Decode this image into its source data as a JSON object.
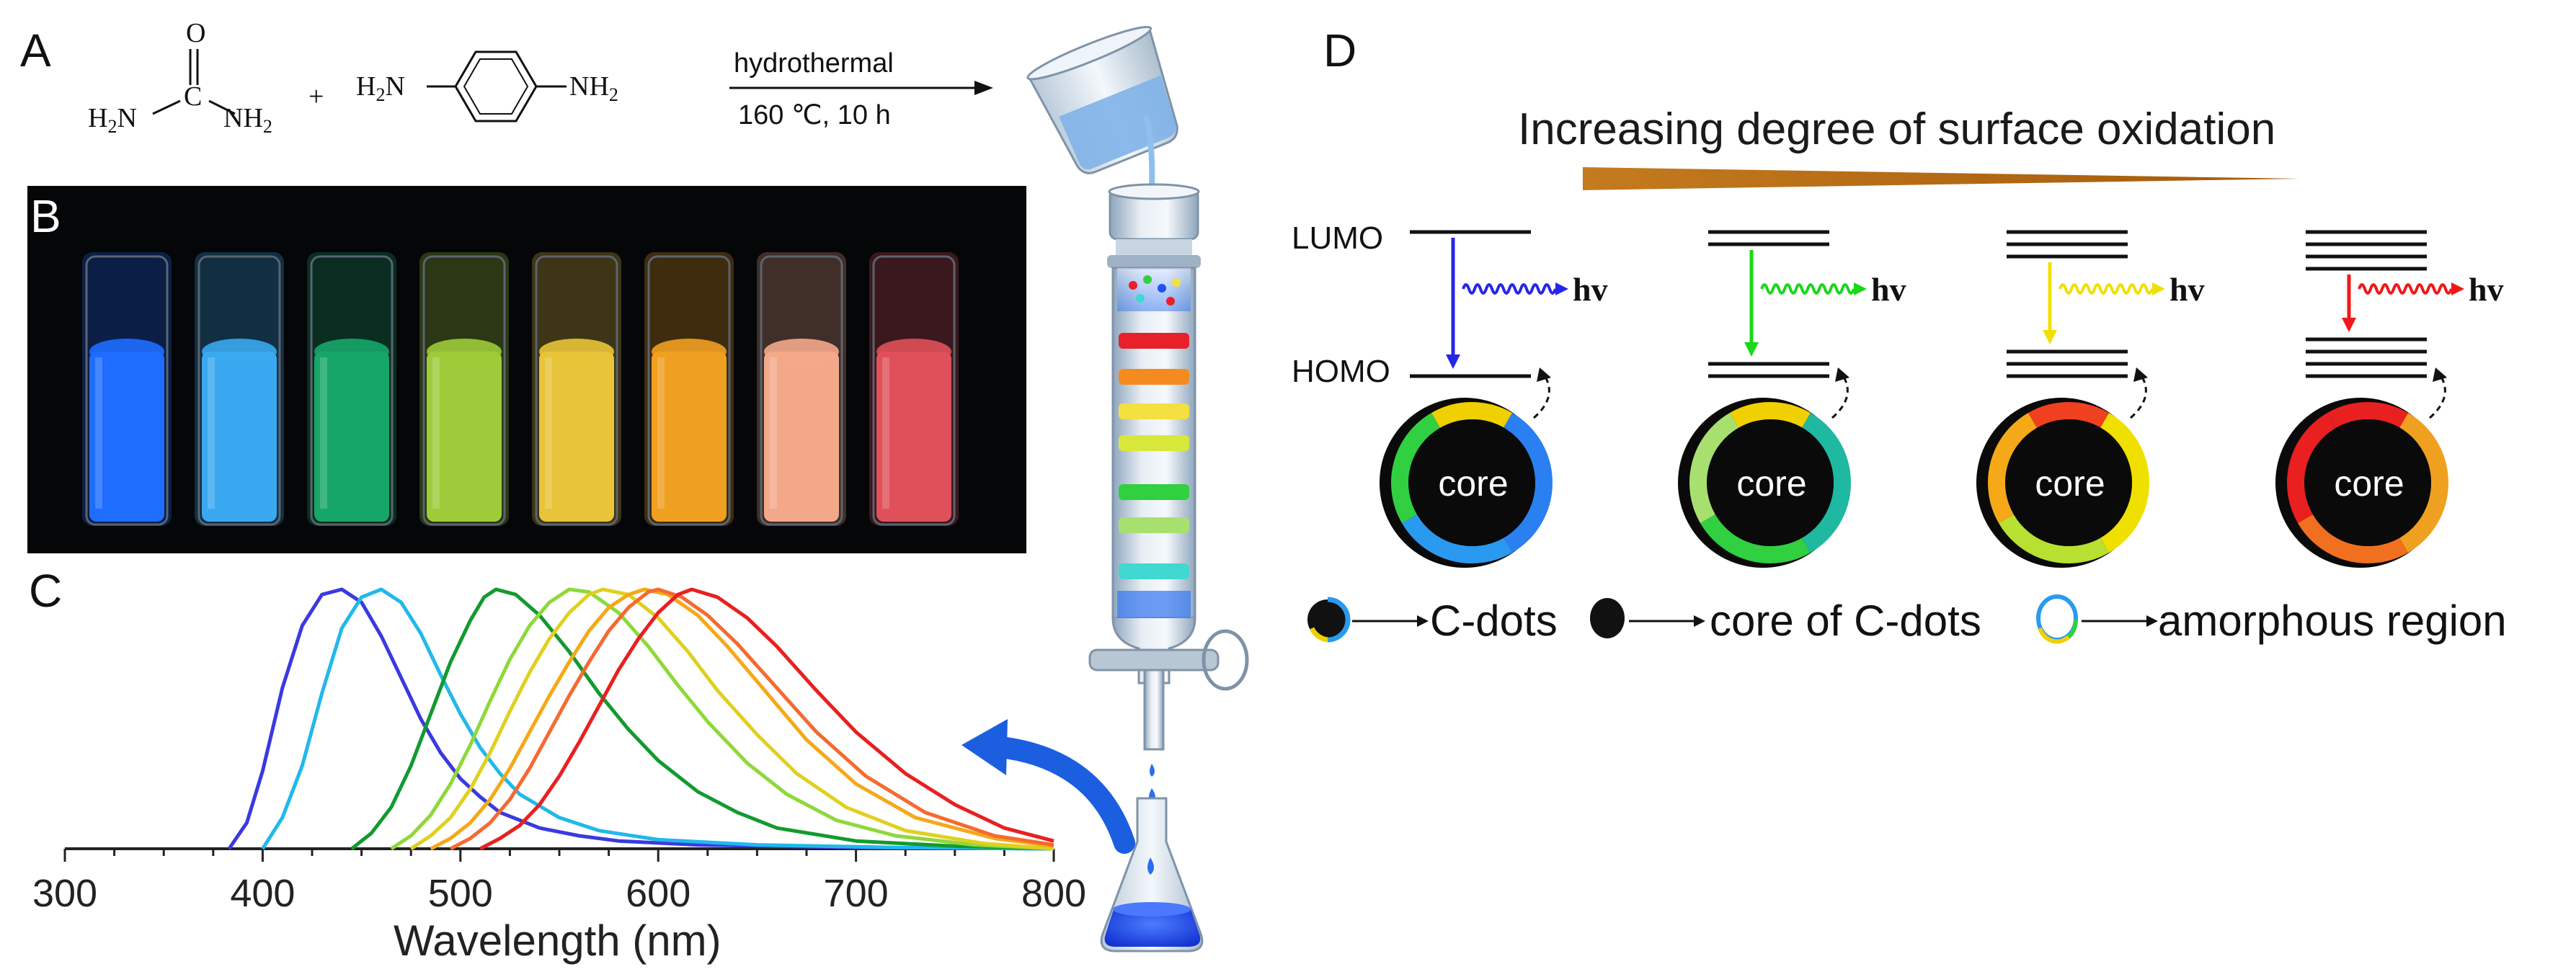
{
  "panels": {
    "a": "A",
    "b": "B",
    "c": "C",
    "d": "D"
  },
  "scheme": {
    "reactant1_left": "H",
    "reactant1_left_sub": "2",
    "reactant1_left_n": "N",
    "reactant1_o": "O",
    "reactant1_c": "C",
    "reactant1_right": "NH",
    "reactant1_right_sub": "2",
    "plus": "+",
    "reactant2_left": "H",
    "reactant2_left_sub": "2",
    "reactant2_left_n": "N",
    "reactant2_right": "NH",
    "reactant2_right_sub": "2",
    "condition_top": "hydrothermal",
    "condition_bottom": "160 ℃, 10 h"
  },
  "colors": {
    "vials": [
      "#1e6dff",
      "#3aa8f0",
      "#17a66a",
      "#9ecb3a",
      "#e8c43a",
      "#f0a020",
      "#f4a88a",
      "#e0505a"
    ],
    "column_bands": [
      "#e8202a",
      "#f58a1e",
      "#f4e040",
      "#d8e83a",
      "#30d040",
      "#a8e070",
      "#40d8d0"
    ],
    "arrow_bronze": "#b86a10",
    "curve_arrow": "#1c5ee0"
  },
  "chart_data": {
    "type": "line",
    "title": "",
    "xlabel": "Wavelength (nm)",
    "ylabel": "",
    "xlim": [
      300,
      800
    ],
    "xticks": [
      300,
      400,
      500,
      600,
      700,
      800
    ],
    "grid": false,
    "series": [
      {
        "color": "#3a3ae0",
        "peak": 440,
        "start": 383,
        "values": [
          [
            383,
            0.0
          ],
          [
            392,
            0.1
          ],
          [
            400,
            0.3
          ],
          [
            410,
            0.62
          ],
          [
            420,
            0.86
          ],
          [
            430,
            0.98
          ],
          [
            440,
            1.0
          ],
          [
            450,
            0.95
          ],
          [
            460,
            0.82
          ],
          [
            470,
            0.66
          ],
          [
            480,
            0.5
          ],
          [
            490,
            0.37
          ],
          [
            500,
            0.27
          ],
          [
            510,
            0.2
          ],
          [
            520,
            0.14
          ],
          [
            540,
            0.08
          ],
          [
            560,
            0.05
          ],
          [
            580,
            0.03
          ],
          [
            620,
            0.015
          ],
          [
            700,
            0.005
          ],
          [
            800,
            0.0
          ]
        ]
      },
      {
        "color": "#22b8ea",
        "peak": 460,
        "start": 400,
        "values": [
          [
            400,
            0.0
          ],
          [
            410,
            0.12
          ],
          [
            420,
            0.32
          ],
          [
            430,
            0.6
          ],
          [
            440,
            0.85
          ],
          [
            450,
            0.97
          ],
          [
            460,
            1.0
          ],
          [
            470,
            0.95
          ],
          [
            480,
            0.83
          ],
          [
            490,
            0.67
          ],
          [
            500,
            0.52
          ],
          [
            510,
            0.39
          ],
          [
            520,
            0.29
          ],
          [
            530,
            0.21
          ],
          [
            550,
            0.12
          ],
          [
            570,
            0.07
          ],
          [
            600,
            0.035
          ],
          [
            650,
            0.015
          ],
          [
            720,
            0.005
          ],
          [
            800,
            0.0
          ]
        ]
      },
      {
        "color": "#129a30",
        "peak": 518,
        "start": 445,
        "values": [
          [
            445,
            0.0
          ],
          [
            455,
            0.06
          ],
          [
            465,
            0.16
          ],
          [
            475,
            0.32
          ],
          [
            485,
            0.52
          ],
          [
            495,
            0.72
          ],
          [
            505,
            0.88
          ],
          [
            512,
            0.97
          ],
          [
            518,
            1.0
          ],
          [
            528,
            0.98
          ],
          [
            540,
            0.9
          ],
          [
            555,
            0.76
          ],
          [
            570,
            0.6
          ],
          [
            585,
            0.46
          ],
          [
            600,
            0.34
          ],
          [
            620,
            0.22
          ],
          [
            640,
            0.14
          ],
          [
            660,
            0.08
          ],
          [
            700,
            0.03
          ],
          [
            750,
            0.01
          ],
          [
            800,
            0.0
          ]
        ]
      },
      {
        "color": "#8fd83a",
        "peak": 555,
        "start": 465,
        "values": [
          [
            465,
            0.0
          ],
          [
            475,
            0.05
          ],
          [
            485,
            0.13
          ],
          [
            495,
            0.25
          ],
          [
            505,
            0.4
          ],
          [
            515,
            0.57
          ],
          [
            525,
            0.73
          ],
          [
            535,
            0.86
          ],
          [
            545,
            0.95
          ],
          [
            555,
            1.0
          ],
          [
            565,
            0.99
          ],
          [
            580,
            0.91
          ],
          [
            595,
            0.78
          ],
          [
            610,
            0.63
          ],
          [
            625,
            0.49
          ],
          [
            645,
            0.33
          ],
          [
            665,
            0.21
          ],
          [
            690,
            0.11
          ],
          [
            720,
            0.05
          ],
          [
            760,
            0.015
          ],
          [
            800,
            0.0
          ]
        ]
      },
      {
        "color": "#e0d020",
        "peak": 572,
        "start": 475,
        "values": [
          [
            475,
            0.0
          ],
          [
            485,
            0.05
          ],
          [
            495,
            0.12
          ],
          [
            505,
            0.23
          ],
          [
            515,
            0.37
          ],
          [
            525,
            0.53
          ],
          [
            535,
            0.68
          ],
          [
            545,
            0.81
          ],
          [
            555,
            0.91
          ],
          [
            565,
            0.98
          ],
          [
            572,
            1.0
          ],
          [
            585,
            0.98
          ],
          [
            600,
            0.89
          ],
          [
            615,
            0.76
          ],
          [
            630,
            0.61
          ],
          [
            650,
            0.44
          ],
          [
            670,
            0.29
          ],
          [
            695,
            0.16
          ],
          [
            725,
            0.07
          ],
          [
            765,
            0.02
          ],
          [
            800,
            0.0
          ]
        ]
      },
      {
        "color": "#f5a818",
        "peak": 593,
        "start": 485,
        "values": [
          [
            485,
            0.0
          ],
          [
            495,
            0.04
          ],
          [
            505,
            0.1
          ],
          [
            515,
            0.19
          ],
          [
            525,
            0.31
          ],
          [
            535,
            0.45
          ],
          [
            545,
            0.59
          ],
          [
            555,
            0.72
          ],
          [
            565,
            0.84
          ],
          [
            575,
            0.93
          ],
          [
            585,
            0.98
          ],
          [
            593,
            1.0
          ],
          [
            605,
            0.98
          ],
          [
            620,
            0.9
          ],
          [
            635,
            0.78
          ],
          [
            655,
            0.6
          ],
          [
            675,
            0.42
          ],
          [
            700,
            0.25
          ],
          [
            730,
            0.12
          ],
          [
            770,
            0.04
          ],
          [
            800,
            0.01
          ]
        ]
      },
      {
        "color": "#f56a30",
        "peak": 600,
        "start": 495,
        "values": [
          [
            495,
            0.0
          ],
          [
            505,
            0.04
          ],
          [
            515,
            0.1
          ],
          [
            525,
            0.19
          ],
          [
            535,
            0.31
          ],
          [
            545,
            0.45
          ],
          [
            555,
            0.59
          ],
          [
            565,
            0.72
          ],
          [
            575,
            0.84
          ],
          [
            585,
            0.93
          ],
          [
            595,
            0.99
          ],
          [
            600,
            1.0
          ],
          [
            612,
            0.97
          ],
          [
            625,
            0.9
          ],
          [
            640,
            0.79
          ],
          [
            660,
            0.62
          ],
          [
            680,
            0.45
          ],
          [
            705,
            0.28
          ],
          [
            735,
            0.14
          ],
          [
            770,
            0.05
          ],
          [
            800,
            0.015
          ]
        ]
      },
      {
        "color": "#e82020",
        "peak": 617,
        "start": 510,
        "values": [
          [
            510,
            0.0
          ],
          [
            520,
            0.04
          ],
          [
            530,
            0.09
          ],
          [
            540,
            0.17
          ],
          [
            550,
            0.28
          ],
          [
            560,
            0.41
          ],
          [
            570,
            0.55
          ],
          [
            580,
            0.69
          ],
          [
            590,
            0.81
          ],
          [
            600,
            0.91
          ],
          [
            610,
            0.98
          ],
          [
            617,
            1.0
          ],
          [
            630,
            0.97
          ],
          [
            645,
            0.89
          ],
          [
            660,
            0.78
          ],
          [
            680,
            0.61
          ],
          [
            700,
            0.45
          ],
          [
            725,
            0.29
          ],
          [
            750,
            0.17
          ],
          [
            775,
            0.08
          ],
          [
            800,
            0.03
          ]
        ]
      }
    ]
  },
  "diagram": {
    "title": "Increasing degree of surface oxidation",
    "lumo": "LUMO",
    "homo": "HOMO",
    "hv": "hv",
    "core": "core",
    "emission_colors": [
      "#2626e8",
      "#1ad81a",
      "#f0e000",
      "#f01818"
    ],
    "legend": {
      "cdots": "C-dots",
      "core_of_cdots": "core of C-dots",
      "amorphous": "amorphous region"
    }
  }
}
